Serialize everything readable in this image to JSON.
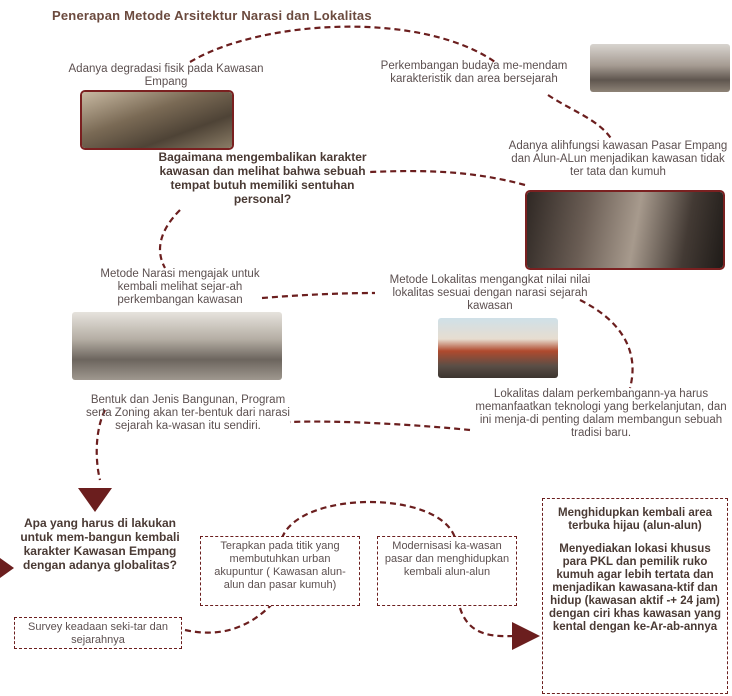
{
  "title": "Penerapan Metode Arsitektur Narasi dan Lokalitas",
  "nodes": {
    "degradasi": "Adanya degradasi fisik pada Kawasan Empang",
    "perkembangan": "Perkembangan budaya me-mendam karakteristik dan area bersejarah",
    "question1": "Bagaimana mengembalikan karakter kawasan dan melihat bahwa sebuah tempat butuh memiliki sentuhan personal?",
    "alihfungsi": "Adanya alihfungsi kawasan Pasar Empang dan Alun-ALun menjadikan kawasan tidak ter tata dan kumuh",
    "narasi": "Metode Narasi mengajak untuk kembali melihat sejar-ah perkembangan kawasan",
    "lokalitas": "Metode Lokalitas mengangkat nilai nilai lokalitas sesuai dengan narasi sejarah kawasan",
    "bentuk": "Bentuk dan Jenis Bangunan, Program serta Zoning akan ter-bentuk dari narasi sejarah ka-wasan itu sendiri.",
    "teknologi": "Lokalitas dalam perkembangann-ya harus memanfaatkan teknologi yang berkelanjutan, dan ini menja-di penting dalam membangun sebuah tradisi baru.",
    "question2": "Apa yang harus di lakukan untuk mem-bangun kembali karakter Kawasan Empang dengan adanya globalitas?"
  },
  "boxes": {
    "survey": "Survey keadaan seki-tar dan sejarahnya",
    "akupuntur": "Terapkan pada titik yang membutuhkan urban akupuntur ( Kawasan alun-alun dan pasar kumuh)",
    "modernisasi": "Modernisasi ka-wasan pasar dan menghidupkan kembali alun-alun",
    "final_a": "Menghidupkan kembali area terbuka hijau (alun-alun)",
    "final_b": "Menyediakan lokasi khusus para PKL dan pemilik ruko kumuh agar lebih tertata dan menjadikan kawasana-ktif dan hidup (kawasan aktif -+ 24 jam) dengan ciri khas kawasan yang kental dengan ke-Ar-ab-annya"
  },
  "colors": {
    "accent": "#7a2020",
    "text": "#5c5050",
    "photo_dark": "#3e3530",
    "photo_mid": "#8a7b6e"
  }
}
